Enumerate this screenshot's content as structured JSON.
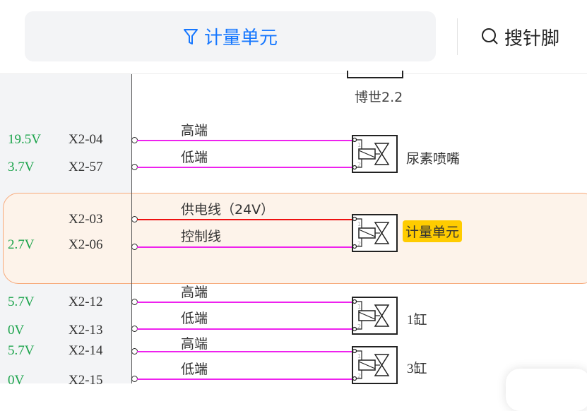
{
  "header": {
    "filter_button": {
      "label": "计量单元",
      "icon": "filter-icon",
      "color": "#1677ff"
    },
    "search_button": {
      "label": "搜针脚",
      "icon": "search-icon"
    }
  },
  "diagram": {
    "top_component": {
      "label": "博世2.2"
    },
    "groups": [
      {
        "component": "尿素喷嘴",
        "highlighted": false,
        "wires": [
          {
            "voltage": "19.5V",
            "pin": "X2-04",
            "label": "高端",
            "color": "#ee22ee"
          },
          {
            "voltage": "3.7V",
            "pin": "X2-57",
            "label": "低端",
            "color": "#ee22ee"
          }
        ]
      },
      {
        "component": "计量单元",
        "highlighted": true,
        "wires": [
          {
            "voltage": "",
            "pin": "X2-03",
            "label": "供电线（24V）",
            "color": "#ee1111"
          },
          {
            "voltage": "2.7V",
            "pin": "X2-06",
            "label": "控制线",
            "color": "#ee22ee"
          }
        ]
      },
      {
        "component": "1缸",
        "highlighted": false,
        "wires": [
          {
            "voltage": "5.7V",
            "pin": "X2-12",
            "label": "高端",
            "color": "#ee22ee"
          },
          {
            "voltage": "0V",
            "pin": "X2-13",
            "label": "低端",
            "color": "#ee22ee"
          }
        ]
      },
      {
        "component": "3缸",
        "highlighted": false,
        "wires": [
          {
            "voltage": "5.7V",
            "pin": "X2-14",
            "label": "高端",
            "color": "#ee22ee"
          },
          {
            "voltage": "0V",
            "pin": "X2-15",
            "label": "低端",
            "color": "#ee22ee"
          }
        ]
      }
    ],
    "colors": {
      "voltage": "#1aa34a",
      "highlight_bg": "#fdf3ea",
      "highlight_border": "#f7a97a",
      "tag_bg": "#ffcc00"
    }
  }
}
